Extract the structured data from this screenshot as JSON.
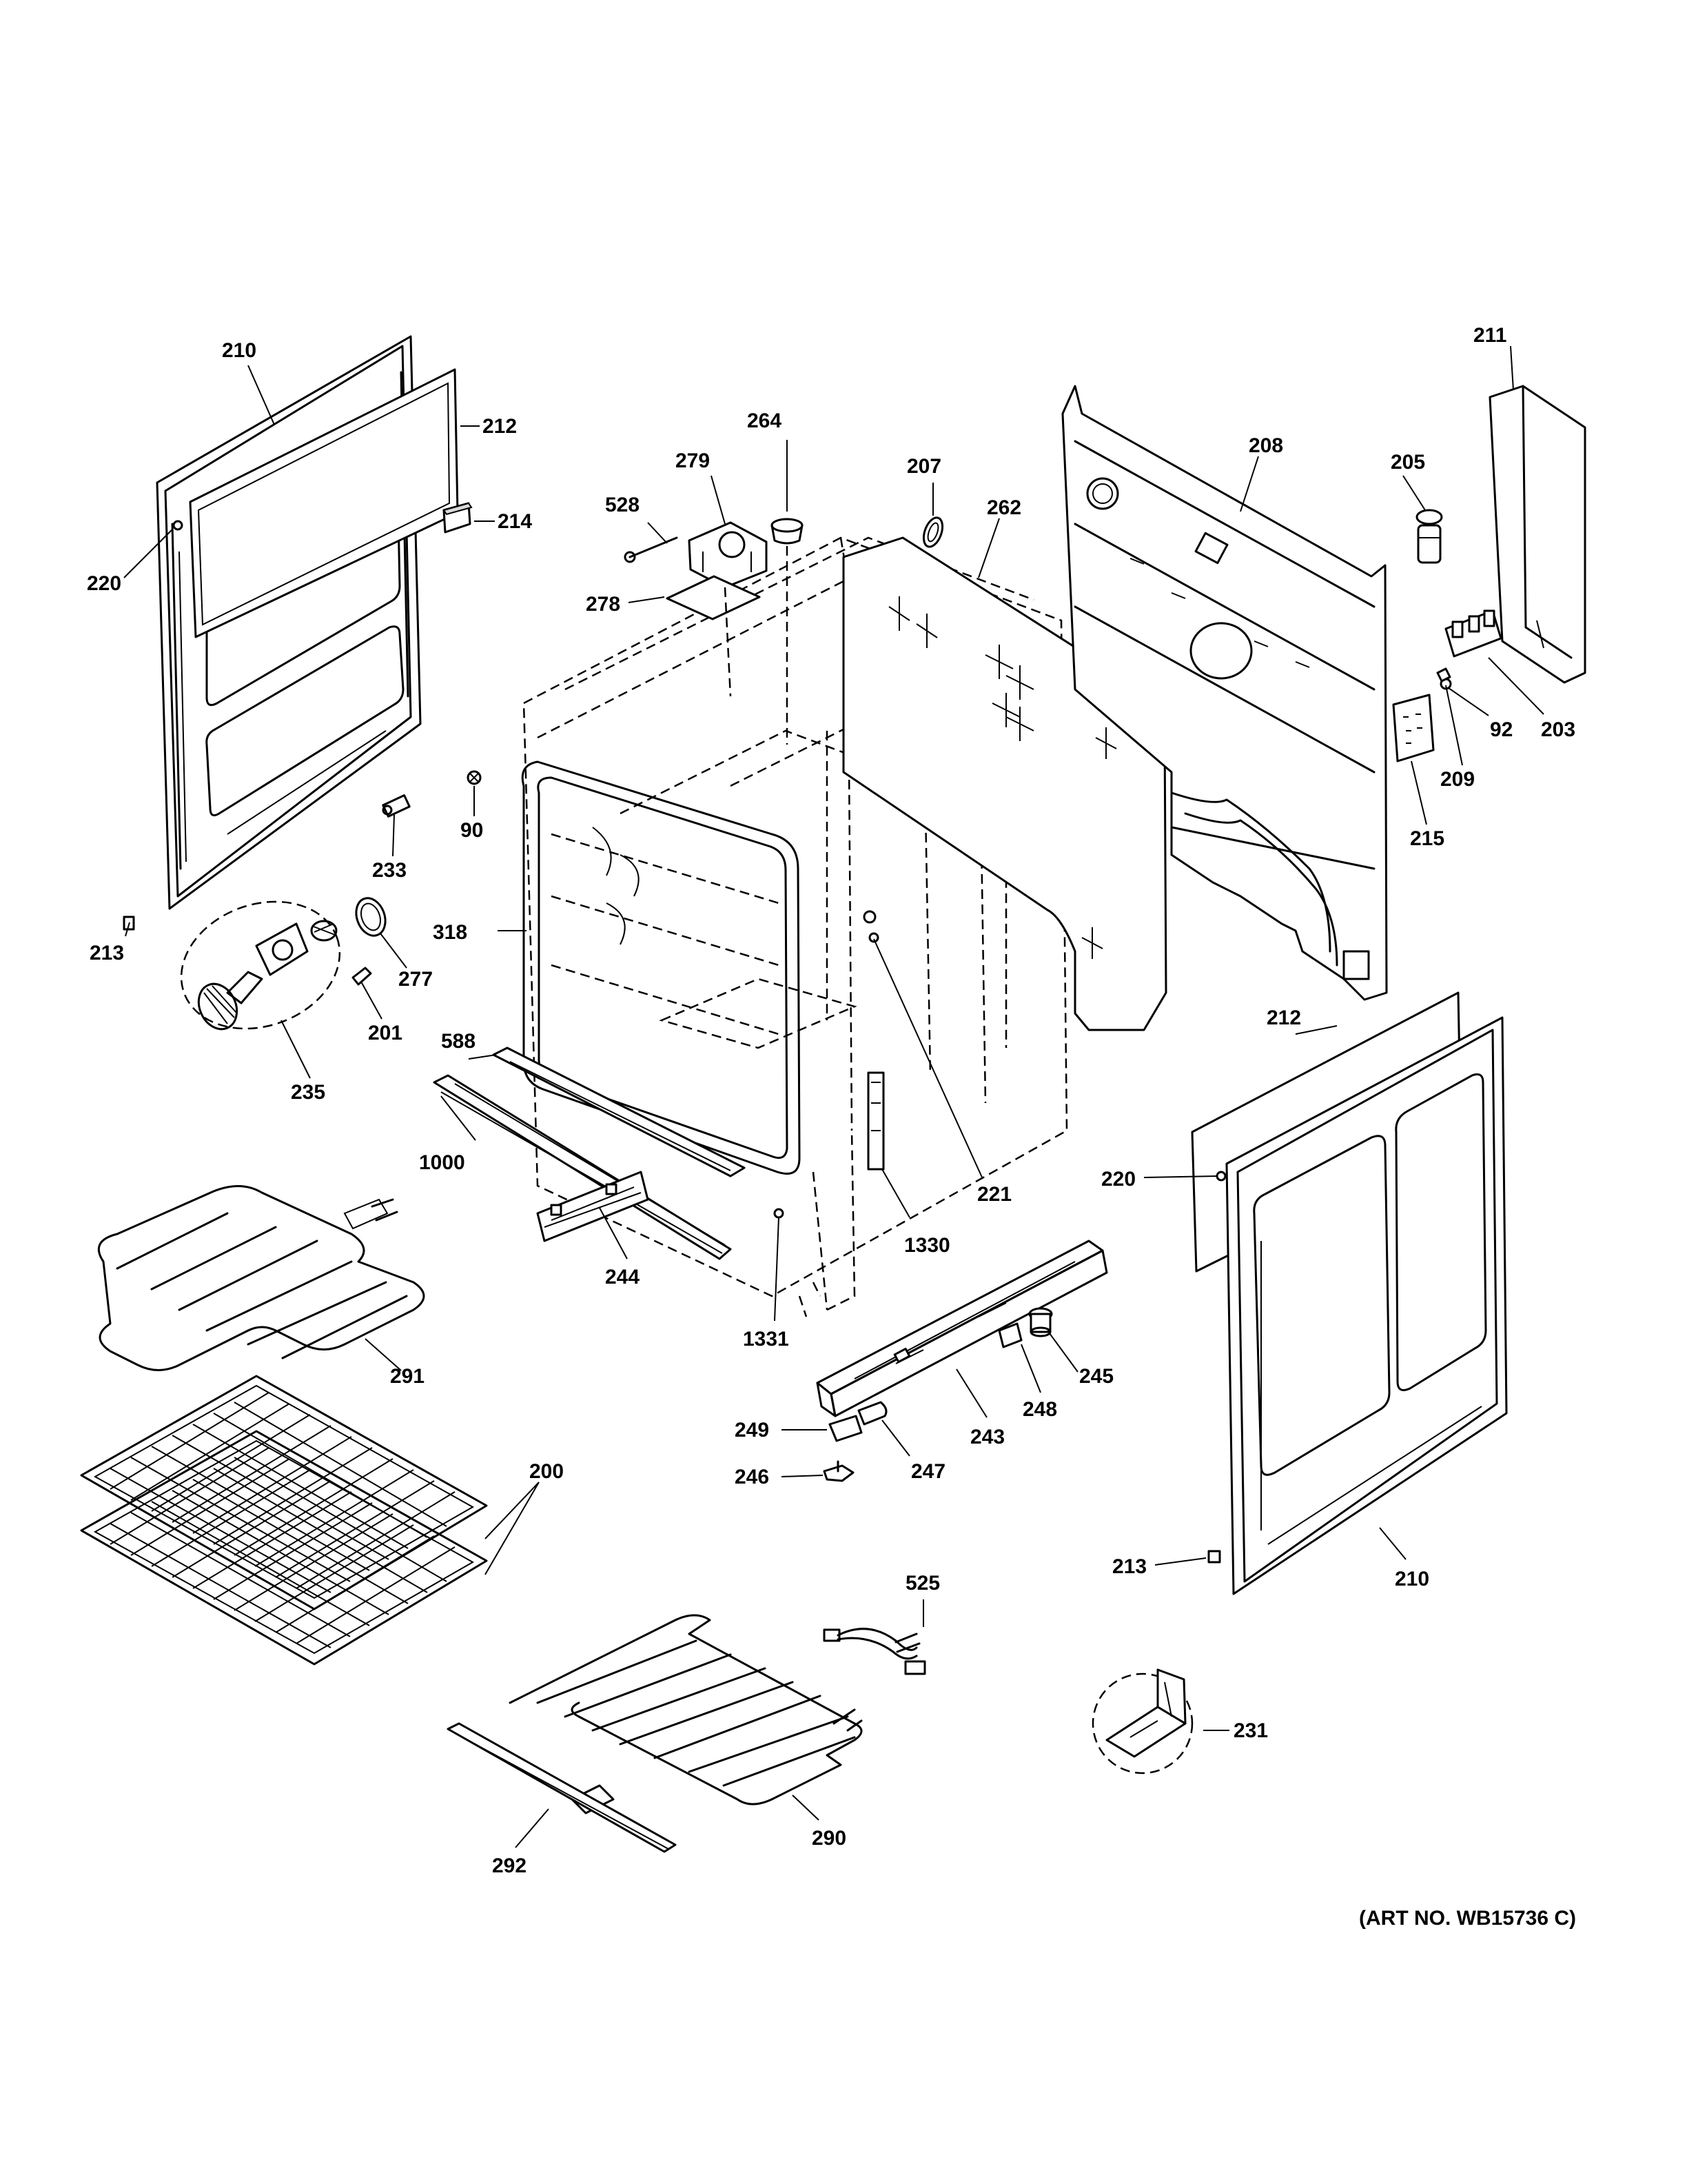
{
  "diagram": {
    "callouts": [
      {
        "id": "c210a",
        "text": "210"
      },
      {
        "id": "c212a",
        "text": "212"
      },
      {
        "id": "c214",
        "text": "214"
      },
      {
        "id": "c220a",
        "text": "220"
      },
      {
        "id": "c213a",
        "text": "213"
      },
      {
        "id": "c233",
        "text": "233"
      },
      {
        "id": "c90",
        "text": "90"
      },
      {
        "id": "c277",
        "text": "277"
      },
      {
        "id": "c201",
        "text": "201"
      },
      {
        "id": "c235",
        "text": "235"
      },
      {
        "id": "c318",
        "text": "318"
      },
      {
        "id": "c528",
        "text": "528"
      },
      {
        "id": "c279",
        "text": "279"
      },
      {
        "id": "c264",
        "text": "264"
      },
      {
        "id": "c278",
        "text": "278"
      },
      {
        "id": "c207",
        "text": "207"
      },
      {
        "id": "c262",
        "text": "262"
      },
      {
        "id": "c208",
        "text": "208"
      },
      {
        "id": "c205",
        "text": "205"
      },
      {
        "id": "c211",
        "text": "211"
      },
      {
        "id": "c92",
        "text": "92"
      },
      {
        "id": "c203",
        "text": "203"
      },
      {
        "id": "c209",
        "text": "209"
      },
      {
        "id": "c215",
        "text": "215"
      },
      {
        "id": "c221",
        "text": "221"
      },
      {
        "id": "c588",
        "text": "588"
      },
      {
        "id": "c1000",
        "text": "1000"
      },
      {
        "id": "c244",
        "text": "244"
      },
      {
        "id": "c1330",
        "text": "1330"
      },
      {
        "id": "c1331",
        "text": "1331"
      },
      {
        "id": "c291",
        "text": "291"
      },
      {
        "id": "c200",
        "text": "200"
      },
      {
        "id": "c243",
        "text": "243"
      },
      {
        "id": "c245",
        "text": "245"
      },
      {
        "id": "c248",
        "text": "248"
      },
      {
        "id": "c249",
        "text": "249"
      },
      {
        "id": "c247",
        "text": "247"
      },
      {
        "id": "c246",
        "text": "246"
      },
      {
        "id": "c212b",
        "text": "212"
      },
      {
        "id": "c220b",
        "text": "220"
      },
      {
        "id": "c213b",
        "text": "213"
      },
      {
        "id": "c210b",
        "text": "210"
      },
      {
        "id": "c525",
        "text": "525"
      },
      {
        "id": "c231",
        "text": "231"
      },
      {
        "id": "c290",
        "text": "290"
      },
      {
        "id": "c292",
        "text": "292"
      }
    ],
    "art_number": "(ART NO. WB15736 C)"
  }
}
